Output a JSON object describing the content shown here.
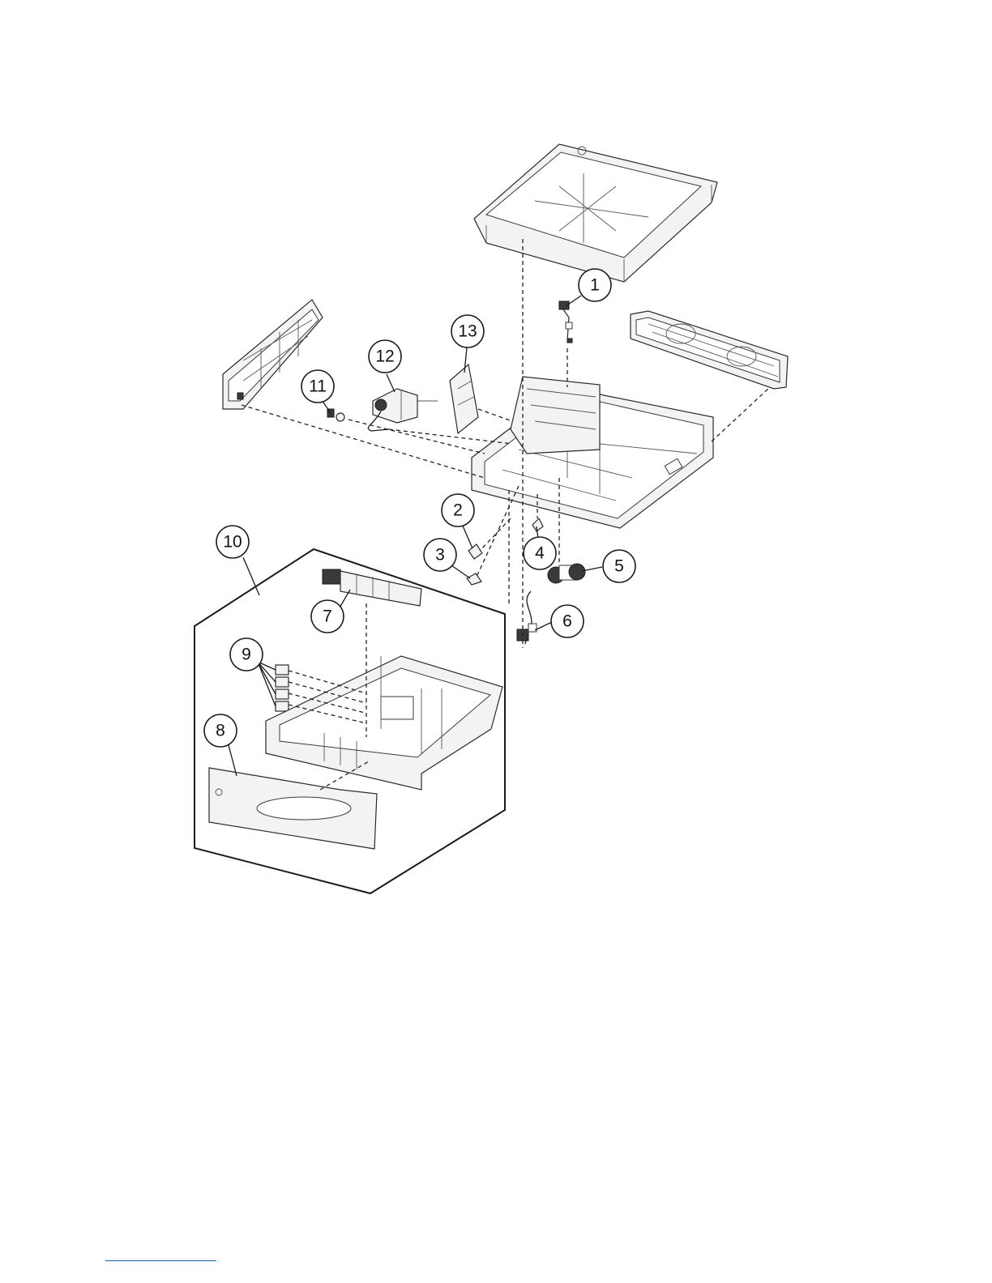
{
  "callouts": [
    {
      "label": "1"
    },
    {
      "label": "2"
    },
    {
      "label": "3"
    },
    {
      "label": "4"
    },
    {
      "label": "5"
    },
    {
      "label": "6"
    },
    {
      "label": "7"
    },
    {
      "label": "8"
    },
    {
      "label": "9"
    },
    {
      "label": "10"
    },
    {
      "label": "11"
    },
    {
      "label": "12"
    },
    {
      "label": "13"
    }
  ],
  "colors": {
    "line": "#1a1a1a",
    "footer_link": "#2c5cc4"
  },
  "icons": {
    "parts": "exploded-assembly-drawing"
  }
}
